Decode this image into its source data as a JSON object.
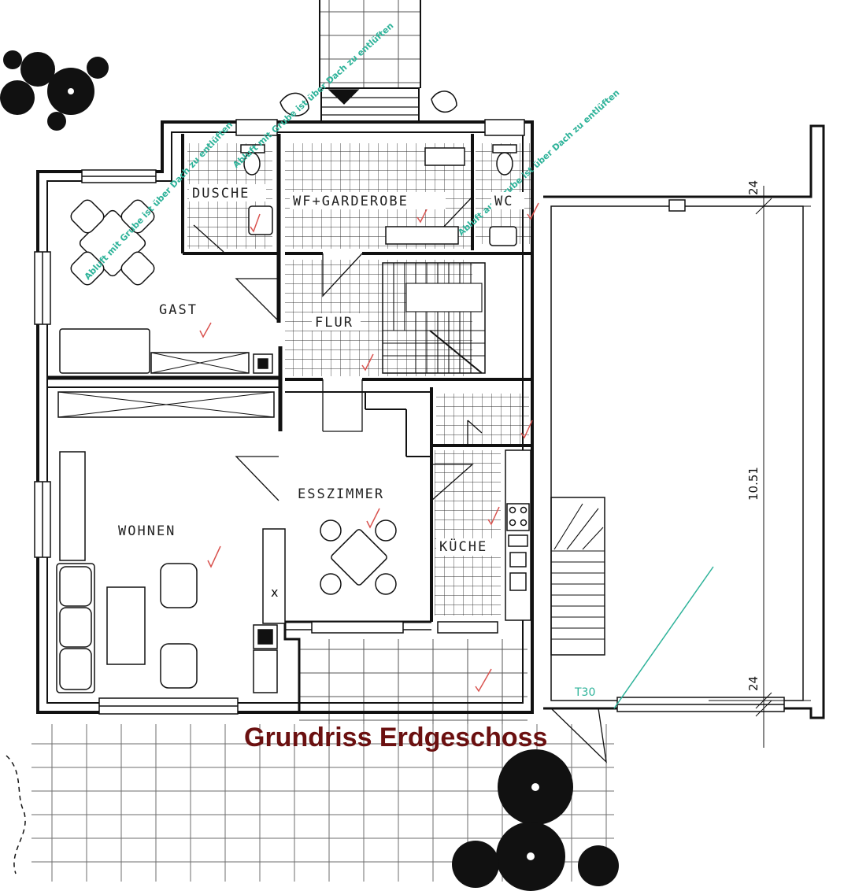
{
  "title": "Grundriss Erdgeschoss",
  "rooms": {
    "dusche": "DUSCHE",
    "wf_garderobe": "WF+GARDEROBE",
    "wc": "WC",
    "gast": "GAST",
    "flur": "FLUR",
    "esszimmer": "ESSZIMMER",
    "wohnen": "WOHNEN",
    "kueche": "KÜCHE"
  },
  "dimensions": {
    "top_wall": "24",
    "length": "10.51",
    "bottom_wall": "24"
  },
  "garage_door_note": "T30",
  "annotations": [
    "Abluft mit Grube ist über Dach zu entlüften",
    "Abluft aus Grube ist über Dach zu entlüften",
    "Abluft mit Grube ist über Dach zu entlüften"
  ],
  "colors": {
    "title": "#6b1010",
    "annotation": "#2fb39a",
    "checkmark": "#d9534f",
    "line": "#111111"
  }
}
